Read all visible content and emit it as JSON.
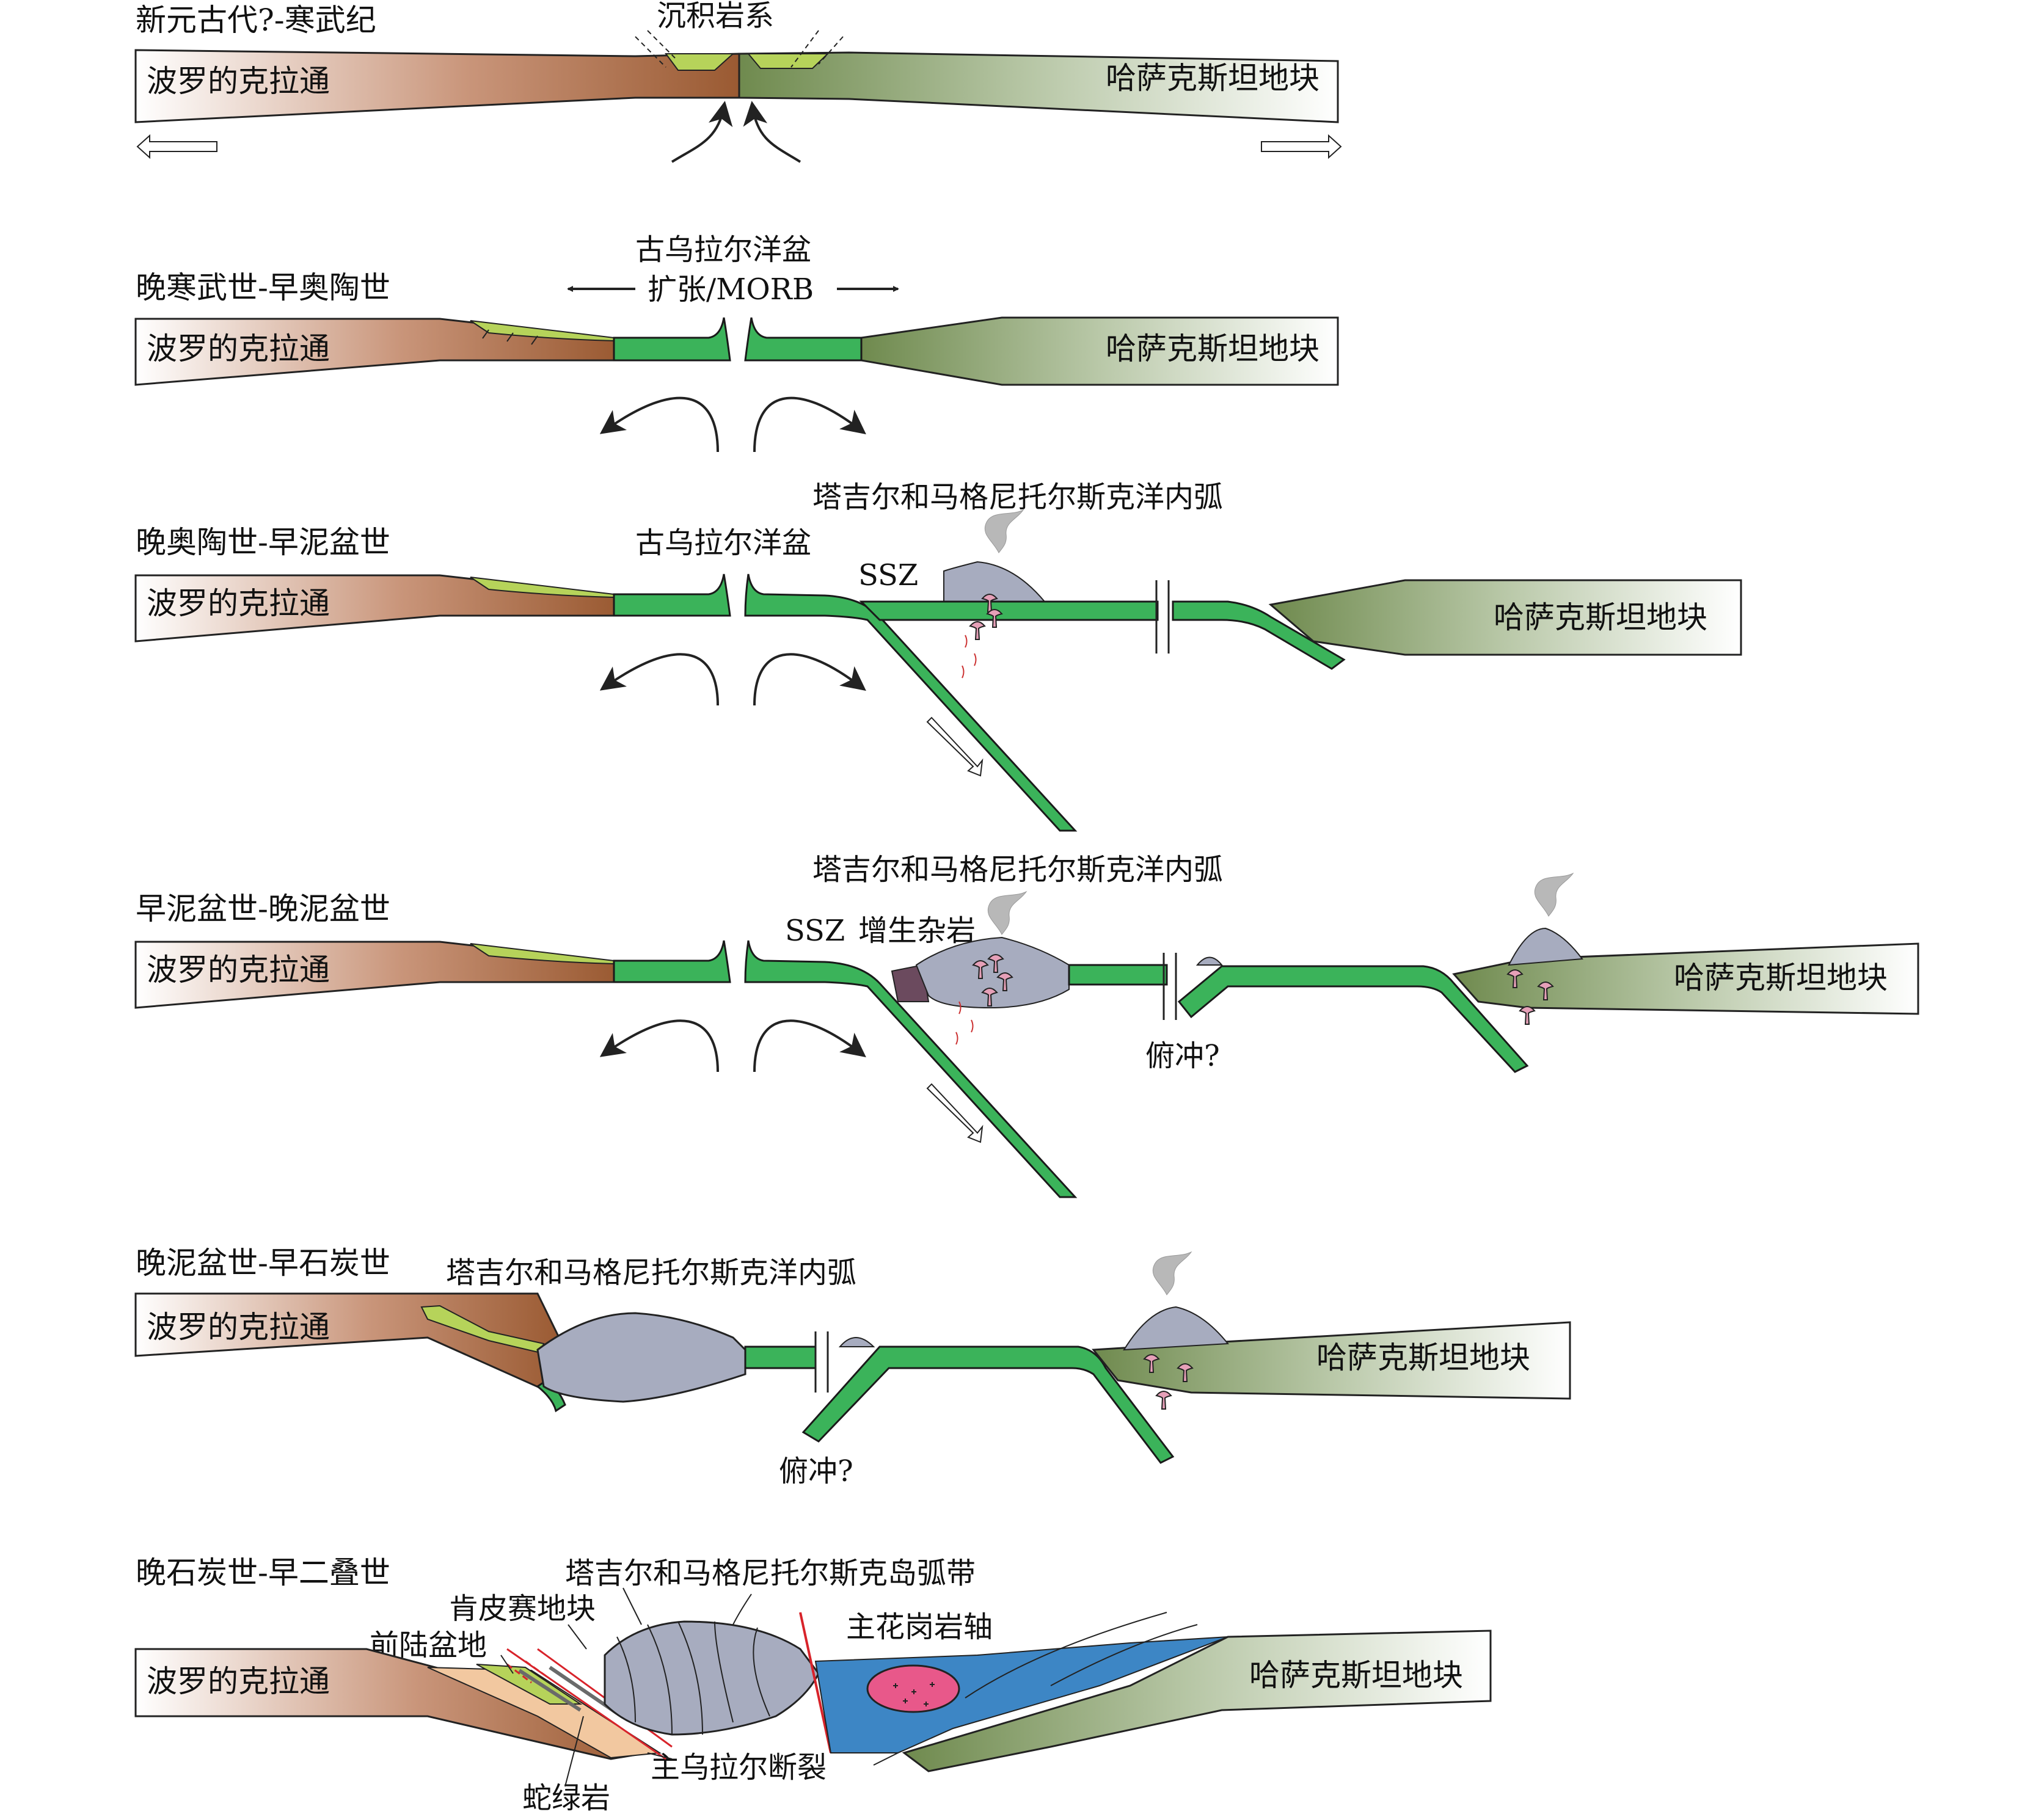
{
  "stages": [
    {
      "title": "新元古代?-寒武纪",
      "left_block": "波罗的克拉通",
      "right_block": "哈萨克斯坦地块",
      "labels": {
        "sediment": "沉积岩系"
      }
    },
    {
      "title": "晚寒武世-早奥陶世",
      "left_block": "波罗的克拉通",
      "right_block": "哈萨克斯坦地块",
      "labels": {
        "ocean": "古乌拉尔洋盆",
        "spreading": "扩张/MORB"
      }
    },
    {
      "title": "晚奥陶世-早泥盆世",
      "left_block": "波罗的克拉通",
      "right_block": "哈萨克斯坦地块",
      "labels": {
        "ocean": "古乌拉尔洋盆",
        "ssz": "SSZ",
        "arc": "塔吉尔和马格尼托尔斯克洋内弧"
      }
    },
    {
      "title": "早泥盆世-晚泥盆世",
      "left_block": "波罗的克拉通",
      "right_block": "哈萨克斯坦地块",
      "labels": {
        "arc": "塔吉尔和马格尼托尔斯克洋内弧",
        "ssz": "SSZ",
        "melange": "增生杂岩",
        "subduction": "俯冲?"
      }
    },
    {
      "title": "晚泥盆世-早石炭世",
      "left_block": "波罗的克拉通",
      "right_block": "哈萨克斯坦地块",
      "labels": {
        "arc": "塔吉尔和马格尼托尔斯克洋内弧",
        "subduction": "俯冲?"
      }
    },
    {
      "title": "晚石炭世-早二叠世",
      "left_block": "波罗的克拉通",
      "right_block": "哈萨克斯坦地块",
      "labels": {
        "arc_belt": "塔吉尔和马格尼托尔斯克岛弧带",
        "kempirsai": "肯皮赛地块",
        "foreland": "前陆盆地",
        "granite_axis": "主花岗岩轴",
        "ophiolite": "蛇绿岩",
        "main_fault": "主乌拉尔断裂"
      }
    }
  ],
  "colors": {
    "baltic_brown": "#9a5a32",
    "kazakh_green": "#6f8a4e",
    "ocean_green": "#3bb35a",
    "arc_grey": "#a7acbf",
    "sediment_green": "#b6d35a",
    "granite_pink": "#e8588a",
    "basin_blue": "#3d86c5",
    "foreland_peach": "#f2c8a0",
    "fault_red": "#d8232a"
  }
}
